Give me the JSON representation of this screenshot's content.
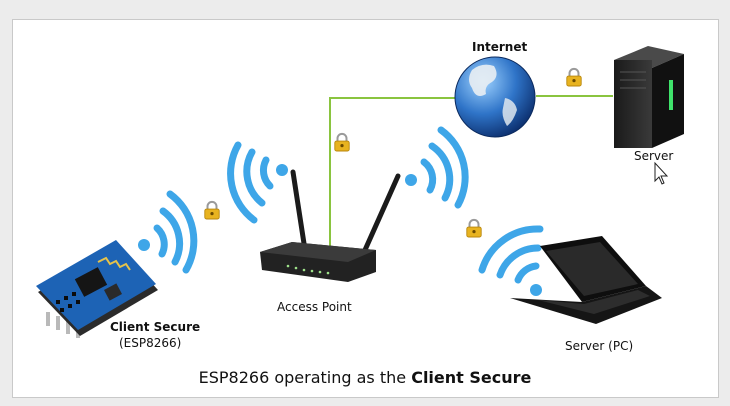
{
  "diagram": {
    "labels": {
      "internet": "Internet",
      "server": "Server",
      "access_point": "Access Point",
      "client_secure": "Client Secure",
      "client_chip": "(ESP8266)",
      "server_pc": "Server (PC)"
    },
    "caption": {
      "prefix": "ESP8266 operating as the",
      "emphasis": "Client Secure"
    },
    "colors": {
      "wifi": "#3ea6e8",
      "link": "#8ac43f",
      "lock": "#e8b320"
    },
    "icons": [
      "esp8266-board-icon",
      "wifi-signal-icon",
      "padlock-icon",
      "router-icon",
      "globe-icon",
      "server-tower-icon",
      "laptop-icon",
      "mouse-cursor-icon"
    ]
  }
}
